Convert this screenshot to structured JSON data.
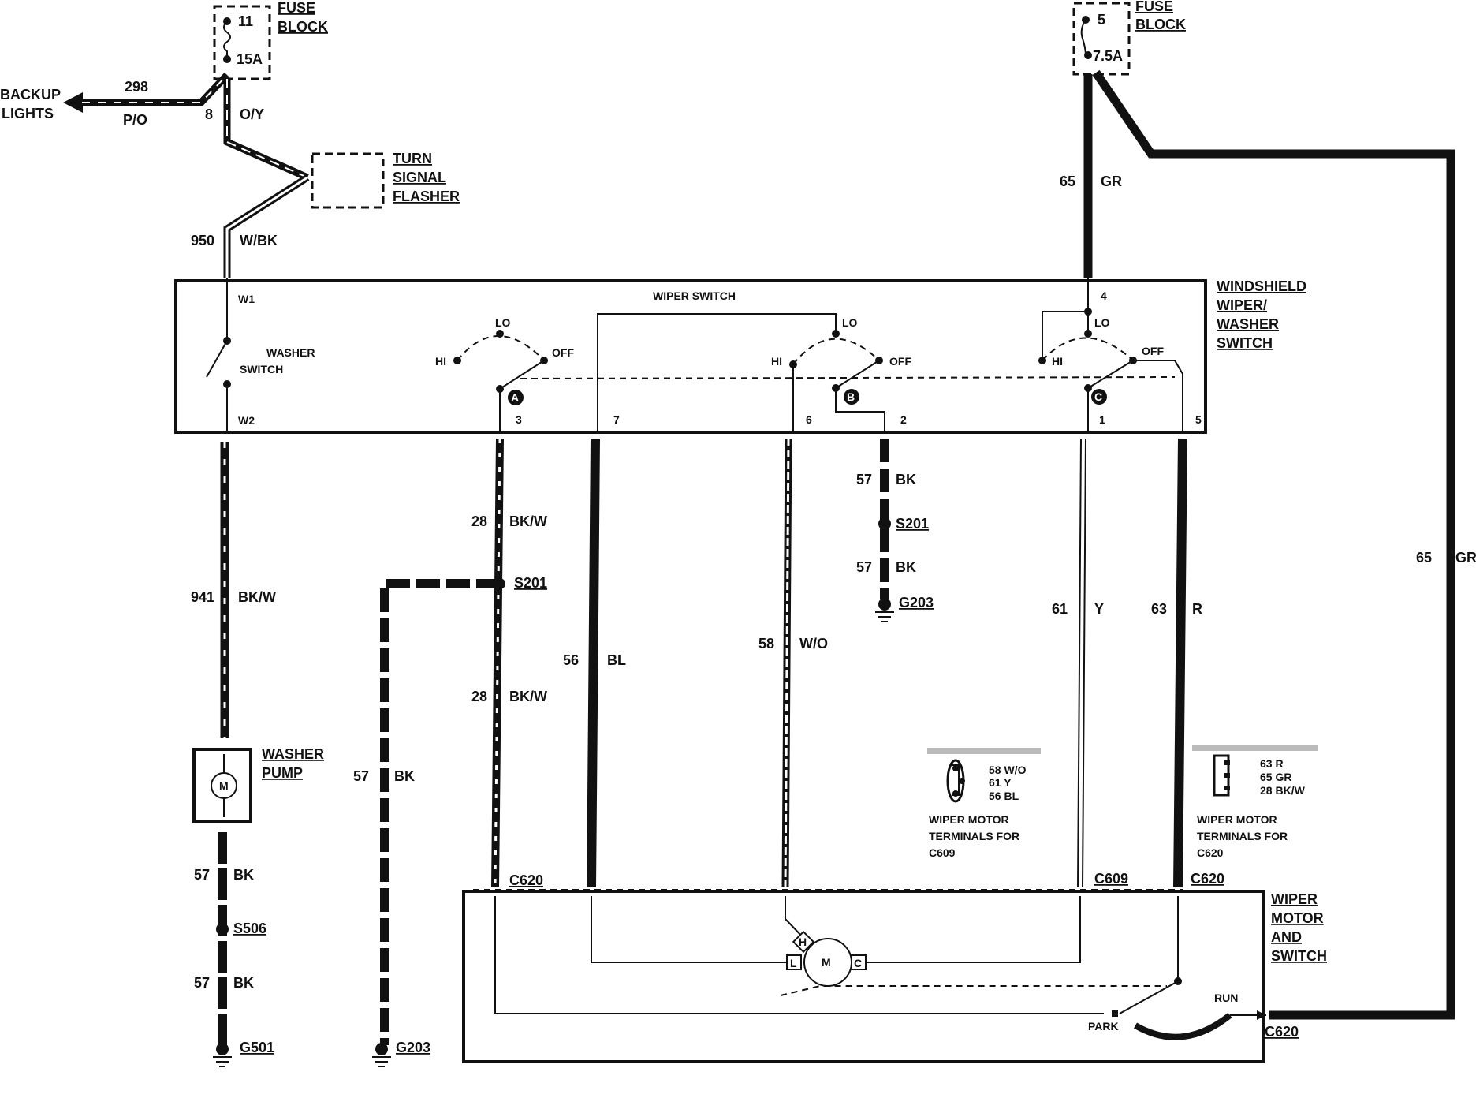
{
  "fuse_block_left": {
    "title1": "FUSE",
    "title2": "BLOCK",
    "fuse_no": "11",
    "rating": "15A"
  },
  "fuse_block_right": {
    "title1": "FUSE",
    "title2": "BLOCK",
    "fuse_no": "5",
    "rating": "7.5A"
  },
  "backup": {
    "label1": "BACKUP",
    "label2": "LIGHTS",
    "circuit": "298",
    "color": "P/O"
  },
  "wire_8": {
    "circuit": "8",
    "color": "O/Y"
  },
  "turn_signal": {
    "l1": "TURN",
    "l2": "SIGNAL",
    "l3": "FLASHER"
  },
  "wire_950": {
    "circuit": "950",
    "color": "W/BK"
  },
  "wire_65_top": {
    "circuit": "65",
    "color": "GR"
  },
  "wire_65_right": {
    "circuit": "65",
    "color": "GR"
  },
  "switch_box": {
    "title1": "WINDSHIELD",
    "title2": "WIPER/",
    "title3": "WASHER",
    "title4": "SWITCH",
    "wiper_switch": "WIPER   SWITCH",
    "washer1": "WASHER",
    "washer2": "SWITCH",
    "w1": "W1",
    "w2": "W2",
    "hi": "HI",
    "lo": "LO",
    "off": "OFF",
    "a": "A",
    "b": "B",
    "c": "C",
    "pins": {
      "p3": "3",
      "p7": "7",
      "p6": "6",
      "p2": "2",
      "p1": "1",
      "p5": "5",
      "p4": "4"
    }
  },
  "wire_941": {
    "circuit": "941",
    "color": "BK/W"
  },
  "washer_pump": {
    "l1": "WASHER",
    "l2": "PUMP",
    "m": "M"
  },
  "wire_57_pump_a": {
    "circuit": "57",
    "color": "BK"
  },
  "wire_57_pump_b": {
    "circuit": "57",
    "color": "BK"
  },
  "s506": "S506",
  "g501": "G501",
  "wire_28_a": {
    "circuit": "28",
    "color": "BK/W"
  },
  "wire_28_b": {
    "circuit": "28",
    "color": "BK/W"
  },
  "s201_left": "S201",
  "wire_57_left": {
    "circuit": "57",
    "color": "BK"
  },
  "g203_left": "G203",
  "wire_56": {
    "circuit": "56",
    "color": "BL"
  },
  "wire_58": {
    "circuit": "58",
    "color": "W/O"
  },
  "wire_57_mid_a": {
    "circuit": "57",
    "color": "BK"
  },
  "wire_57_mid_b": {
    "circuit": "57",
    "color": "BK"
  },
  "s201_mid": "S201",
  "g203_mid": "G203",
  "wire_61": {
    "circuit": "61",
    "color": "Y"
  },
  "wire_63": {
    "circuit": "63",
    "color": "R"
  },
  "c609_terms": {
    "t1": "58 W/O",
    "t2": "61 Y",
    "t3": "56 BL",
    "cap1": "WIPER MOTOR",
    "cap2": "TERMINALS FOR",
    "cap3": "C609"
  },
  "c620_terms": {
    "t1": "63 R",
    "t2": "65 GR",
    "t3": "28 BK/W",
    "cap1": "WIPER MOTOR",
    "cap2": "TERMINALS FOR",
    "cap3": "C620"
  },
  "connectors": {
    "c620_left": "C620",
    "c609": "C609",
    "c620_mid": "C620",
    "c620_right": "C620"
  },
  "motor_box": {
    "l1": "WIPER",
    "l2": "MOTOR",
    "l3": "AND",
    "l4": "SWITCH",
    "m": "M",
    "h": "H",
    "l": "L",
    "c": "C",
    "run": "RUN",
    "park": "PARK"
  }
}
